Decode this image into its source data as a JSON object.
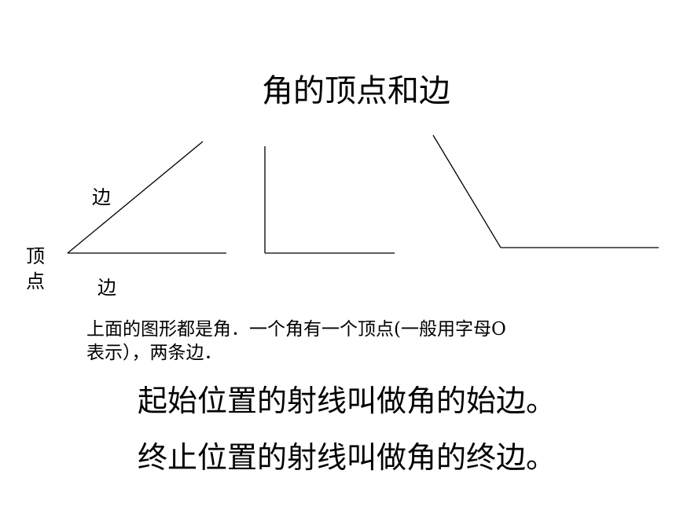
{
  "slide": {
    "title": "角的顶点和边",
    "labels": {
      "upper_side": "边",
      "lower_side": "边",
      "vertex_line1": "顶",
      "vertex_line2": "点"
    },
    "description_line1": "上面的图形都是角．一个角有一个顶点(一般用字母O",
    "description_line2": "表示），两条边．",
    "definitions": [
      "起始位置的射线叫做角的始边。",
      "终止位置的射线叫做角的终边。"
    ],
    "colors": {
      "background": "#ffffff",
      "text": "#000000",
      "lines": "#000000"
    }
  }
}
